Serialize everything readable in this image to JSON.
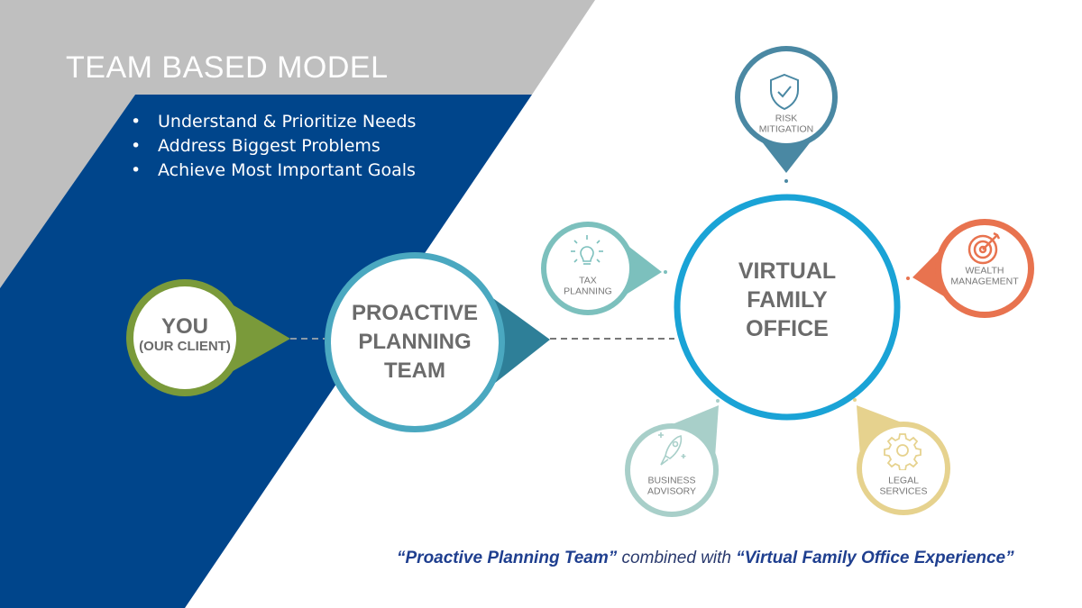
{
  "slide": {
    "title": "TEAM BASED MODEL",
    "bullets": [
      "Understand & Prioritize Needs",
      "Address Biggest Problems",
      "Achieve Most Important Goals"
    ]
  },
  "nodes": {
    "you": {
      "line1": "YOU",
      "line2": "(OUR CLIENT)",
      "color": "#7a9a3a"
    },
    "team": {
      "line1": "PROACTIVE",
      "line2": "PLANNING",
      "line3": "TEAM",
      "color": "#4aa8c0"
    },
    "office": {
      "line1": "VIRTUAL",
      "line2": "FAMILY",
      "line3": "OFFICE",
      "color": "#1aa3d6"
    },
    "risk": {
      "line1": "RISK",
      "line2": "MITIGATION",
      "icon": "shield-check-icon",
      "color": "#4a88a3"
    },
    "tax": {
      "line1": "TAX",
      "line2": "PLANNING",
      "icon": "lightbulb-icon",
      "color": "#7cc0bd"
    },
    "wealth": {
      "line1": "WEALTH",
      "line2": "MANAGEMENT",
      "icon": "target-icon",
      "color": "#e8734f"
    },
    "business": {
      "line1": "BUSINESS",
      "line2": "ADVISORY",
      "icon": "rocket-icon",
      "color": "#a8cfc9"
    },
    "legal": {
      "line1": "LEGAL",
      "line2": "SERVICES",
      "icon": "gear-icon",
      "color": "#e6d28e"
    }
  },
  "footer": {
    "part1": "“Proactive Planning Team”",
    "part2": " combined with ",
    "part3": "“Virtual Family Office Experience”"
  }
}
